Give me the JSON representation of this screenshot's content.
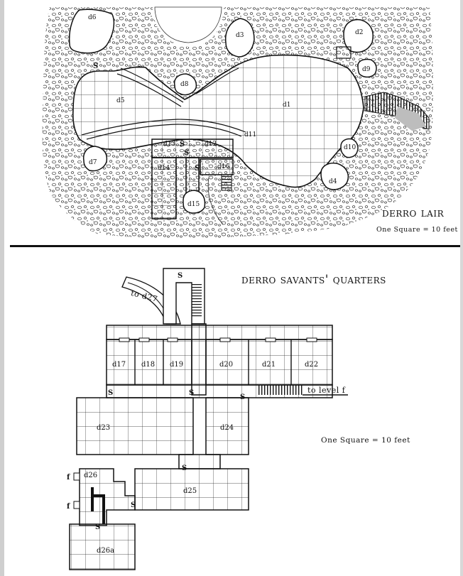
{
  "maps": {
    "lair": {
      "title": "derro lair",
      "scale": "One Square = 10 feet",
      "rooms": [
        {
          "label": "d1"
        },
        {
          "label": "d2"
        },
        {
          "label": "d3"
        },
        {
          "label": "d4"
        },
        {
          "label": "d5"
        },
        {
          "label": "d6"
        },
        {
          "label": "d7"
        },
        {
          "label": "d8"
        },
        {
          "label": "d9"
        },
        {
          "label": "d10"
        },
        {
          "label": "d11"
        },
        {
          "label": "d12"
        },
        {
          "label": "d13"
        },
        {
          "label": "d14"
        },
        {
          "label": "d15"
        },
        {
          "label": "d16"
        }
      ]
    },
    "savants": {
      "title": "derro savants' quarters",
      "scale": "One Square = 10 feet",
      "to_level": "to level f",
      "to_d27": "to d27",
      "rooms": [
        {
          "label": "d17"
        },
        {
          "label": "d18"
        },
        {
          "label": "d19"
        },
        {
          "label": "d20"
        },
        {
          "label": "d21"
        },
        {
          "label": "d22"
        },
        {
          "label": "d23"
        },
        {
          "label": "d24"
        },
        {
          "label": "d25"
        },
        {
          "label": "d26"
        },
        {
          "label": "d26a"
        }
      ],
      "marks": {
        "secret_door": "S",
        "door": "f"
      }
    }
  }
}
